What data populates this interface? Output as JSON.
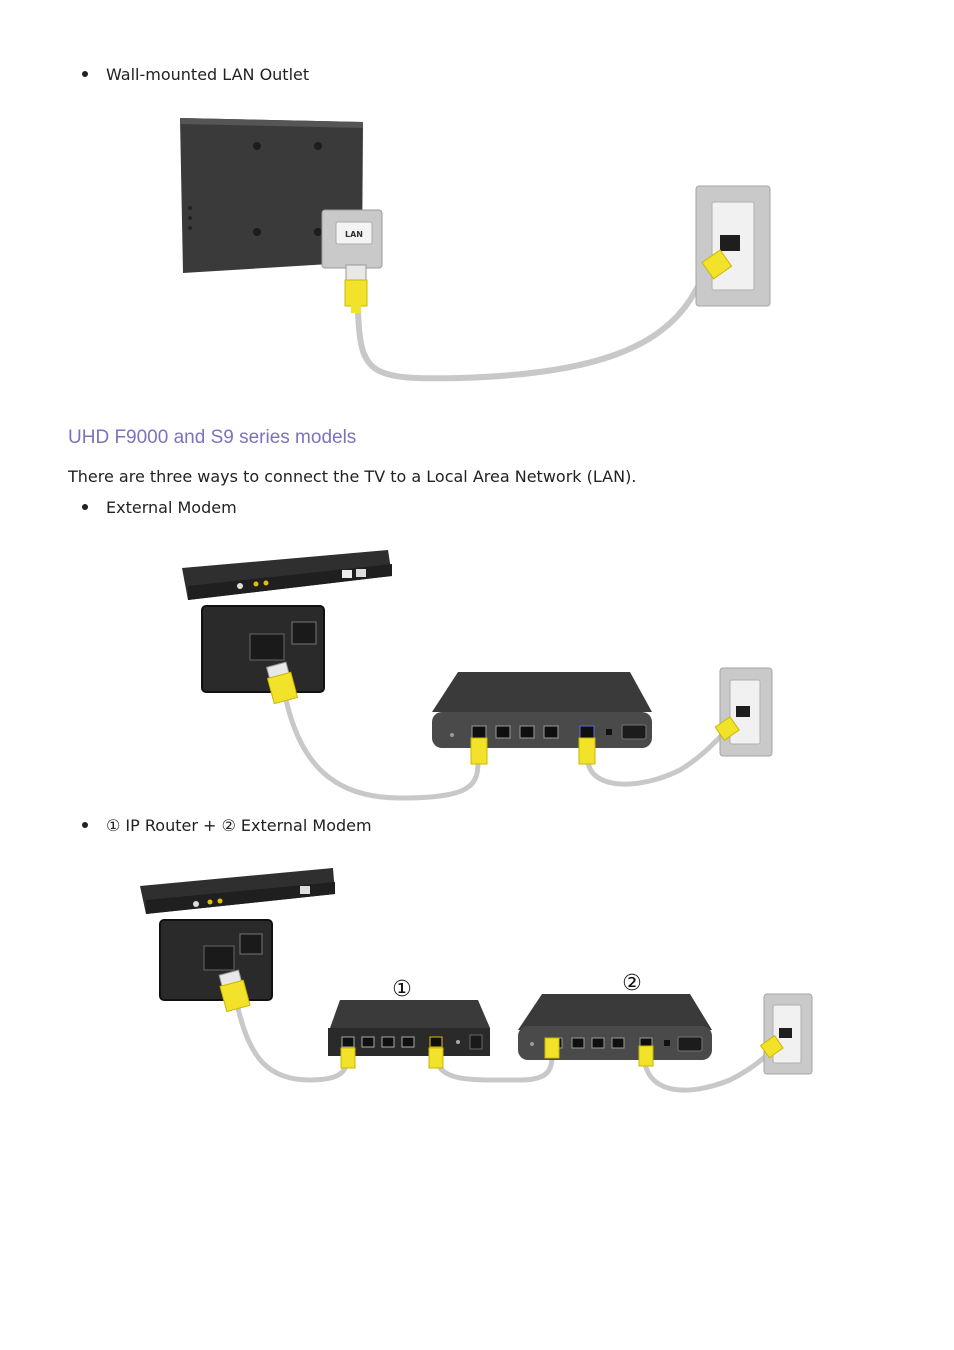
{
  "bullets": {
    "wall_outlet": "Wall-mounted LAN Outlet",
    "external_modem": "External Modem",
    "router_modem": "① IP Router + ② External Modem"
  },
  "section": {
    "heading": "UHD F9000 and S9 series models",
    "intro": "There are three ways to connect the TV to a Local Area Network (LAN)."
  },
  "figure1": {
    "port_label": "LAN"
  },
  "figure3": {
    "router_marker": "①",
    "modem_marker": "②"
  },
  "colors": {
    "heading": "#7b72c0",
    "connector": "#f2e22a",
    "cable": "#c8c8c8"
  }
}
